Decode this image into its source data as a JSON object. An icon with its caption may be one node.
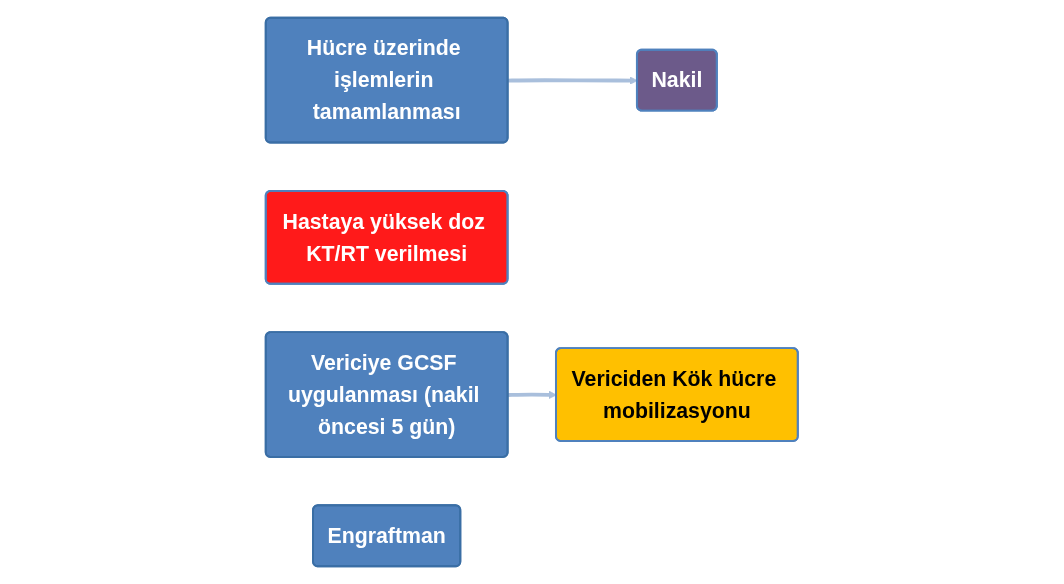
{
  "diagram": {
    "nodes": [
      {
        "text": [
          "Hücre üzerinde işlemlerin tamamlanması"
        ]
      },
      {
        "text": [
          "Hastaya yüksek doz KT/RT verilmesi"
        ]
      },
      {
        "text": [
          "Vericiden Kök hücre mobilizasyonu"
        ]
      },
      {
        "text": [
          "Nakil"
        ]
      },
      {
        "text": [
          "Vericiye GCSF uygulanması (nakil öncesi 5 gün)"
        ]
      },
      {
        "text": [
          "Engraftman"
        ]
      }
    ],
    "edges": [
      {
        "from": 4,
        "to": 2,
        "arrow": "to"
      },
      {
        "from": 0,
        "to": 3,
        "arrow": "to"
      }
    ]
  }
}
